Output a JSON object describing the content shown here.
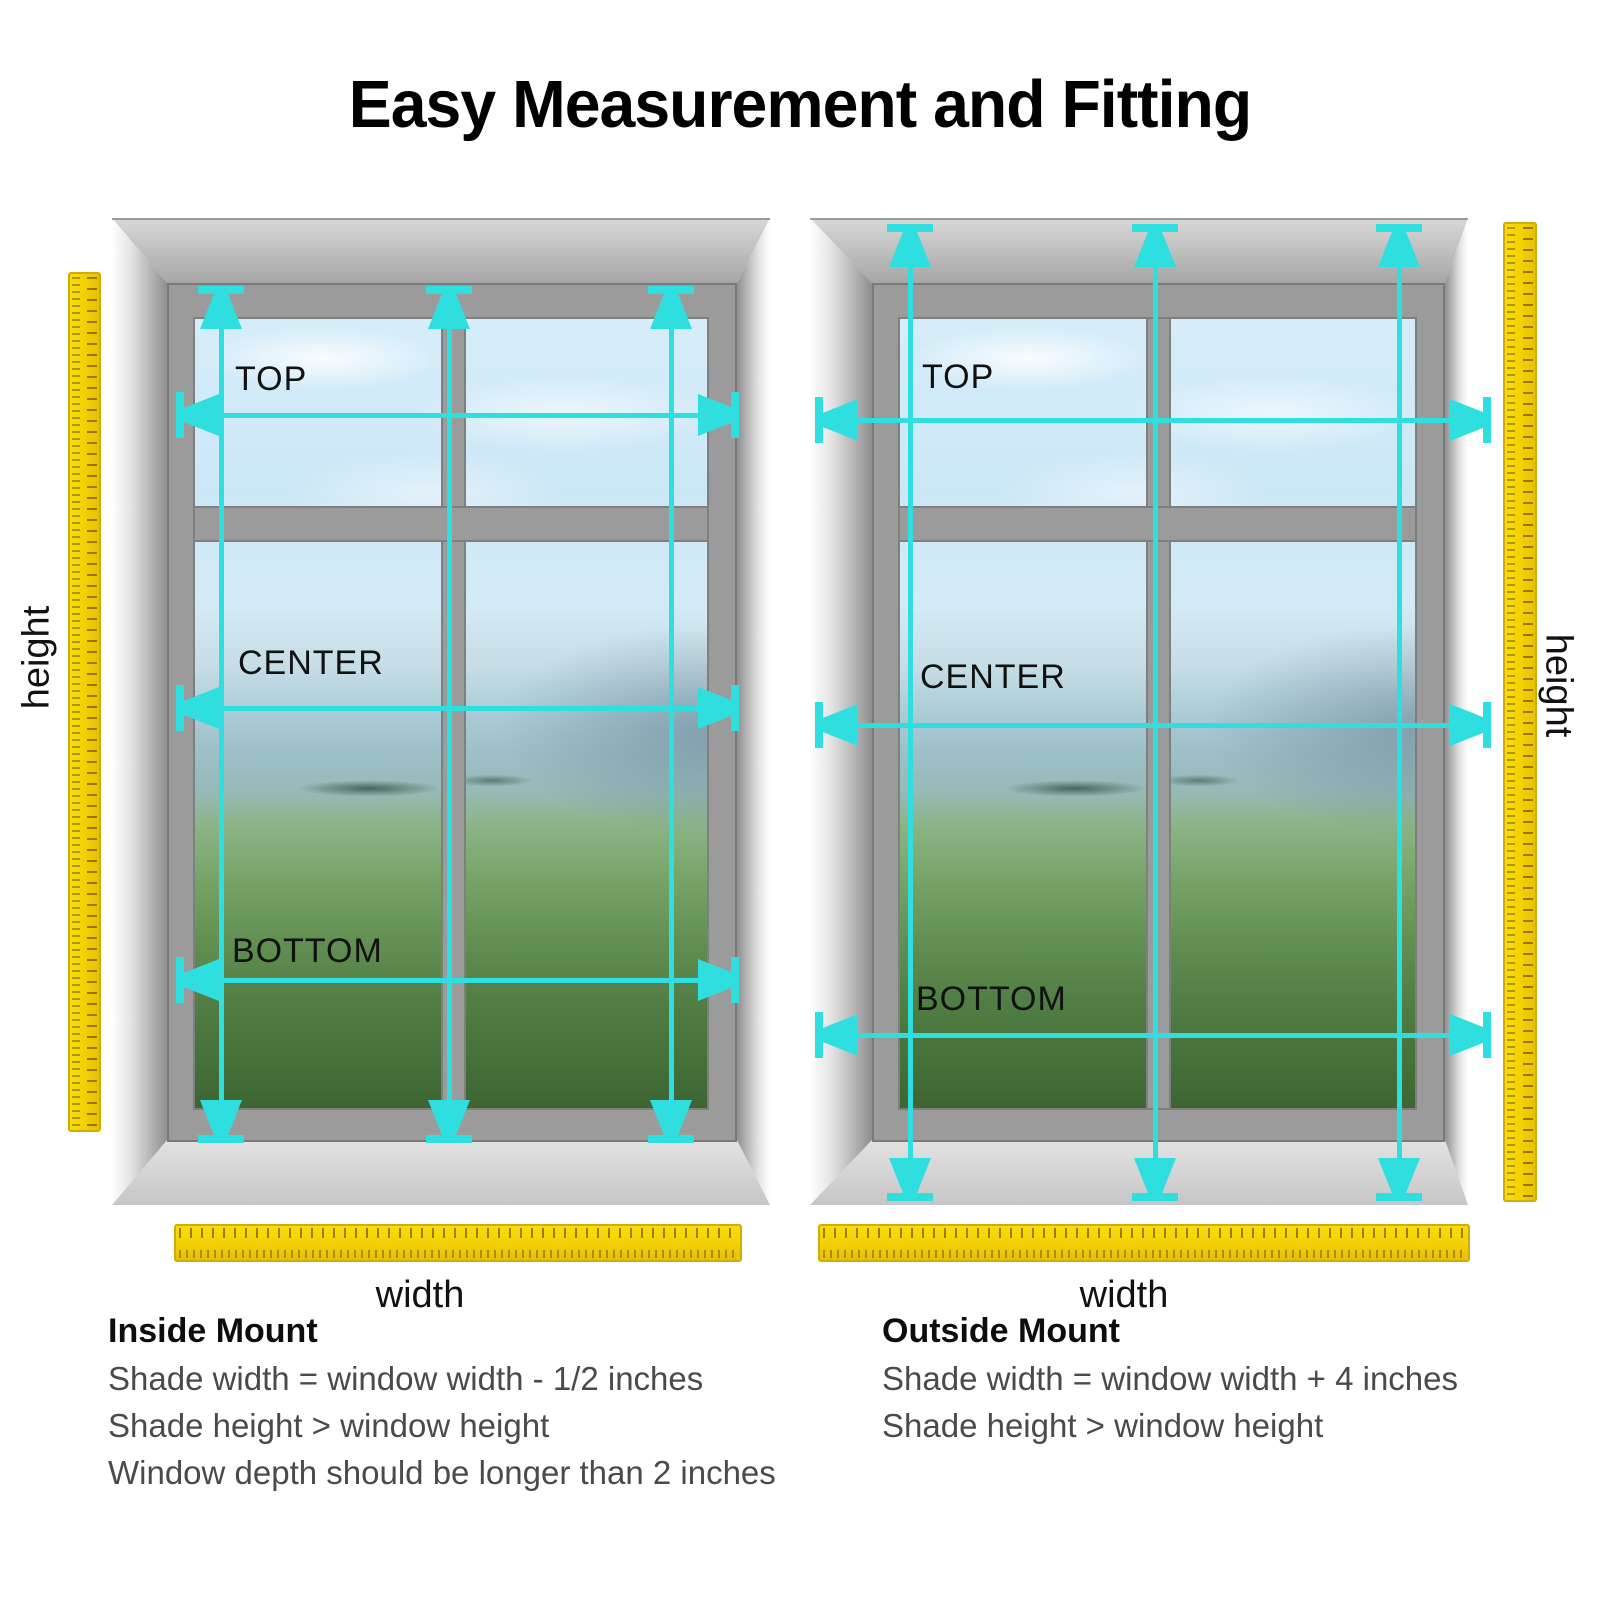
{
  "title": "Easy Measurement and Fitting",
  "colors": {
    "arrow": "#2fdfdf",
    "ruler": "#f2cf06",
    "frame": "#9b9b9b"
  },
  "diagrams": {
    "inside": {
      "top": "TOP",
      "center": "CENTER",
      "bottom": "BOTTOM",
      "height": "height",
      "width": "width"
    },
    "outside": {
      "top": "TOP",
      "center": "CENTER",
      "bottom": "BOTTOM",
      "height": "height",
      "width": "width"
    }
  },
  "notes": {
    "inside": {
      "heading": "Inside Mount",
      "lines": [
        "Shade width = window width - 1/2 inches",
        "Shade height > window height",
        "Window depth should be longer than 2 inches"
      ]
    },
    "outside": {
      "heading": "Outside Mount",
      "lines": [
        "Shade width = window width + 4 inches",
        "Shade height > window height"
      ]
    }
  }
}
